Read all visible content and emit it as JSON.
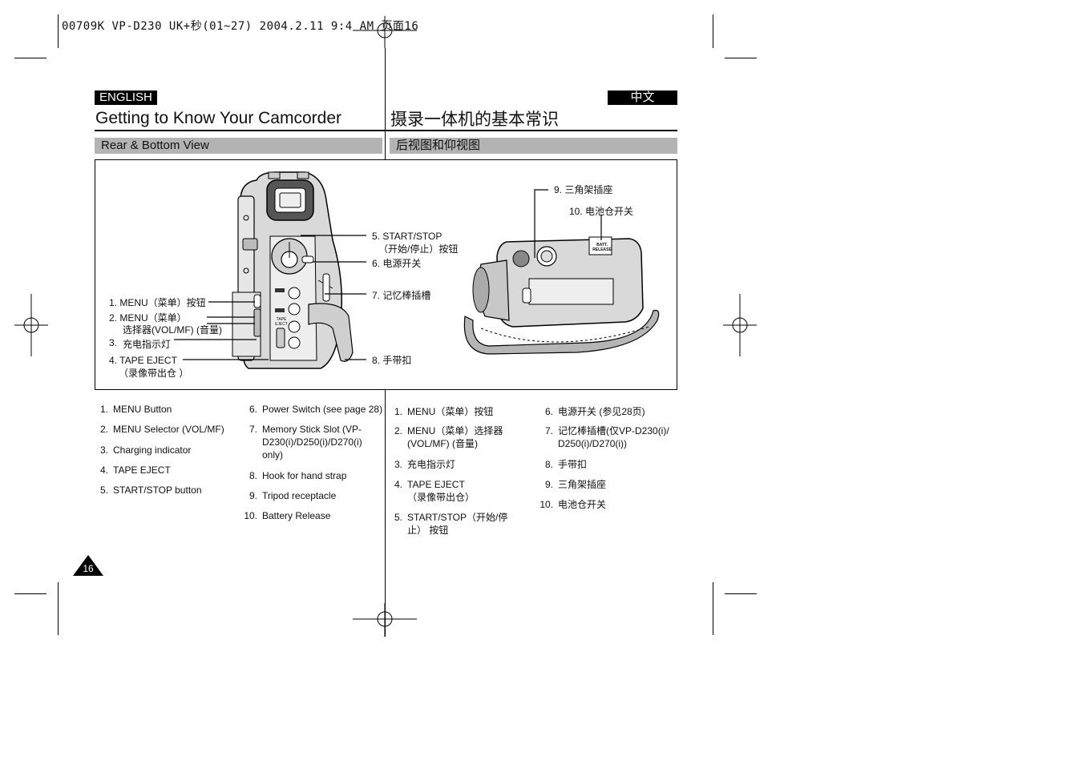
{
  "print_header": "00709K VP-D230 UK+秒(01~27) 2004.2.11 9:4 AM 页面16",
  "english": {
    "lang_tag": "ENGLISH",
    "title": "Getting to Know Your Camcorder",
    "section": "Rear & Bottom View",
    "list_col1": [
      {
        "num": "1.",
        "text": "MENU Button"
      },
      {
        "num": "2.",
        "text": "MENU Selector (VOL/MF)"
      },
      {
        "num": "3.",
        "text": "Charging indicator"
      },
      {
        "num": "4.",
        "text": "TAPE EJECT"
      },
      {
        "num": "5.",
        "text": "START/STOP button"
      }
    ],
    "list_col2": [
      {
        "num": "6.",
        "text": "Power Switch (see page 28)"
      },
      {
        "num": "7.",
        "text": "Memory Stick Slot (VP-D230(i)/D250(i)/D270(i) only)"
      },
      {
        "num": "8.",
        "text": "Hook for hand strap"
      },
      {
        "num": "9.",
        "text": "Tripod receptacle"
      },
      {
        "num": "10.",
        "text": "Battery Release"
      }
    ]
  },
  "chinese": {
    "lang_tag": "中文",
    "title": "摄录一体机的基本常识",
    "section": "后视图和仰视图",
    "list_col1": [
      {
        "num": "1.",
        "text": "MENU（菜单）按钮"
      },
      {
        "num": "2.",
        "text": "MENU（菜单）选择器 (VOL/MF) (音量)"
      },
      {
        "num": "3.",
        "text": "充电指示灯"
      },
      {
        "num": "4.",
        "text": "TAPE EJECT （录像带出仓）"
      },
      {
        "num": "5.",
        "text": "START/STOP（开始/停止） 按钮"
      }
    ],
    "list_col2": [
      {
        "num": "6.",
        "text": "电源开关 (参见28页)"
      },
      {
        "num": "7.",
        "text": "记忆棒插槽(仅VP-D230(i)/ D250(i)/D270(i))"
      },
      {
        "num": "8.",
        "text": "手带扣"
      },
      {
        "num": "9.",
        "text": "三角架插座"
      },
      {
        "num": "10.",
        "text": "电池仓开关"
      }
    ]
  },
  "diagram_labels": {
    "l1": "1. MENU（菜单）按钮",
    "l2a": "2.  MENU（菜单）",
    "l2b": "选择器(VOL/MF) (音量)",
    "l3num": "3.",
    "l3": "充电指示灯",
    "l4a": "4.  TAPE EJECT",
    "l4b": "（录像带出仓 ）",
    "l5a": "5. START/STOP",
    "l5b": "（开始/停止）按钮",
    "l6": "6. 电源开关",
    "l7": "7. 记忆棒插槽",
    "l8": "8. 手带扣",
    "l9": "9. 三角架插座",
    "l10": "10. 电池仓开关",
    "tape_eject_mark": "TAPE EJECT",
    "batt_release_mark": "BATT. RELEASE"
  },
  "page_number": "16"
}
